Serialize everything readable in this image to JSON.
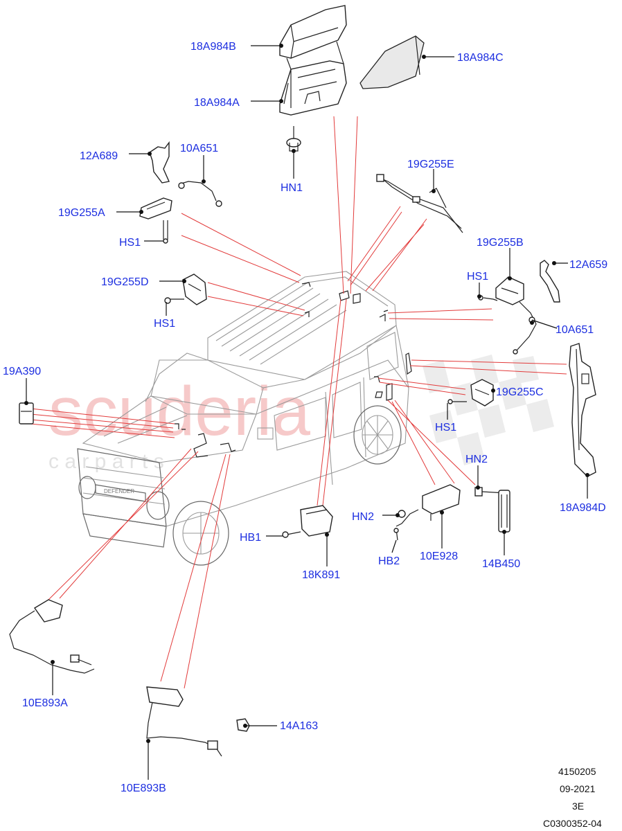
{
  "watermark": {
    "main": "scuderia",
    "sub": "c a r   p a r t s"
  },
  "callouts": {
    "c18A984B": "18A984B",
    "c18A984C": "18A984C",
    "c18A984A": "18A984A",
    "cHN1": "HN1",
    "c12A689": "12A689",
    "c10A651_top": "10A651",
    "c19G255A": "19G255A",
    "cHS1_a": "HS1",
    "c19G255E": "19G255E",
    "c19G255B": "19G255B",
    "c12A659": "12A659",
    "cHS1_b": "HS1",
    "c10A651_right": "10A651",
    "c19G255D": "19G255D",
    "cHS1_d": "HS1",
    "c19A390": "19A390",
    "c19G255C": "19G255C",
    "cHS1_c": "HS1",
    "c18A984D": "18A984D",
    "cHN2_a": "HN2",
    "cHN2_b": "HN2",
    "cHB1": "HB1",
    "cHB2": "HB2",
    "c10E928": "10E928",
    "c14B450": "14B450",
    "c18K891": "18K891",
    "c10E893A": "10E893A",
    "c14A163": "14A163",
    "c10E893B": "10E893B"
  },
  "info": {
    "code": "4150205",
    "date": "09-2021",
    "variant": "3E",
    "ref": "C0300352-04"
  },
  "colors": {
    "callout": "#1c2ee0",
    "leader": "#111111",
    "guide": "#e23a3a",
    "watermark": "#f6c9c9"
  }
}
